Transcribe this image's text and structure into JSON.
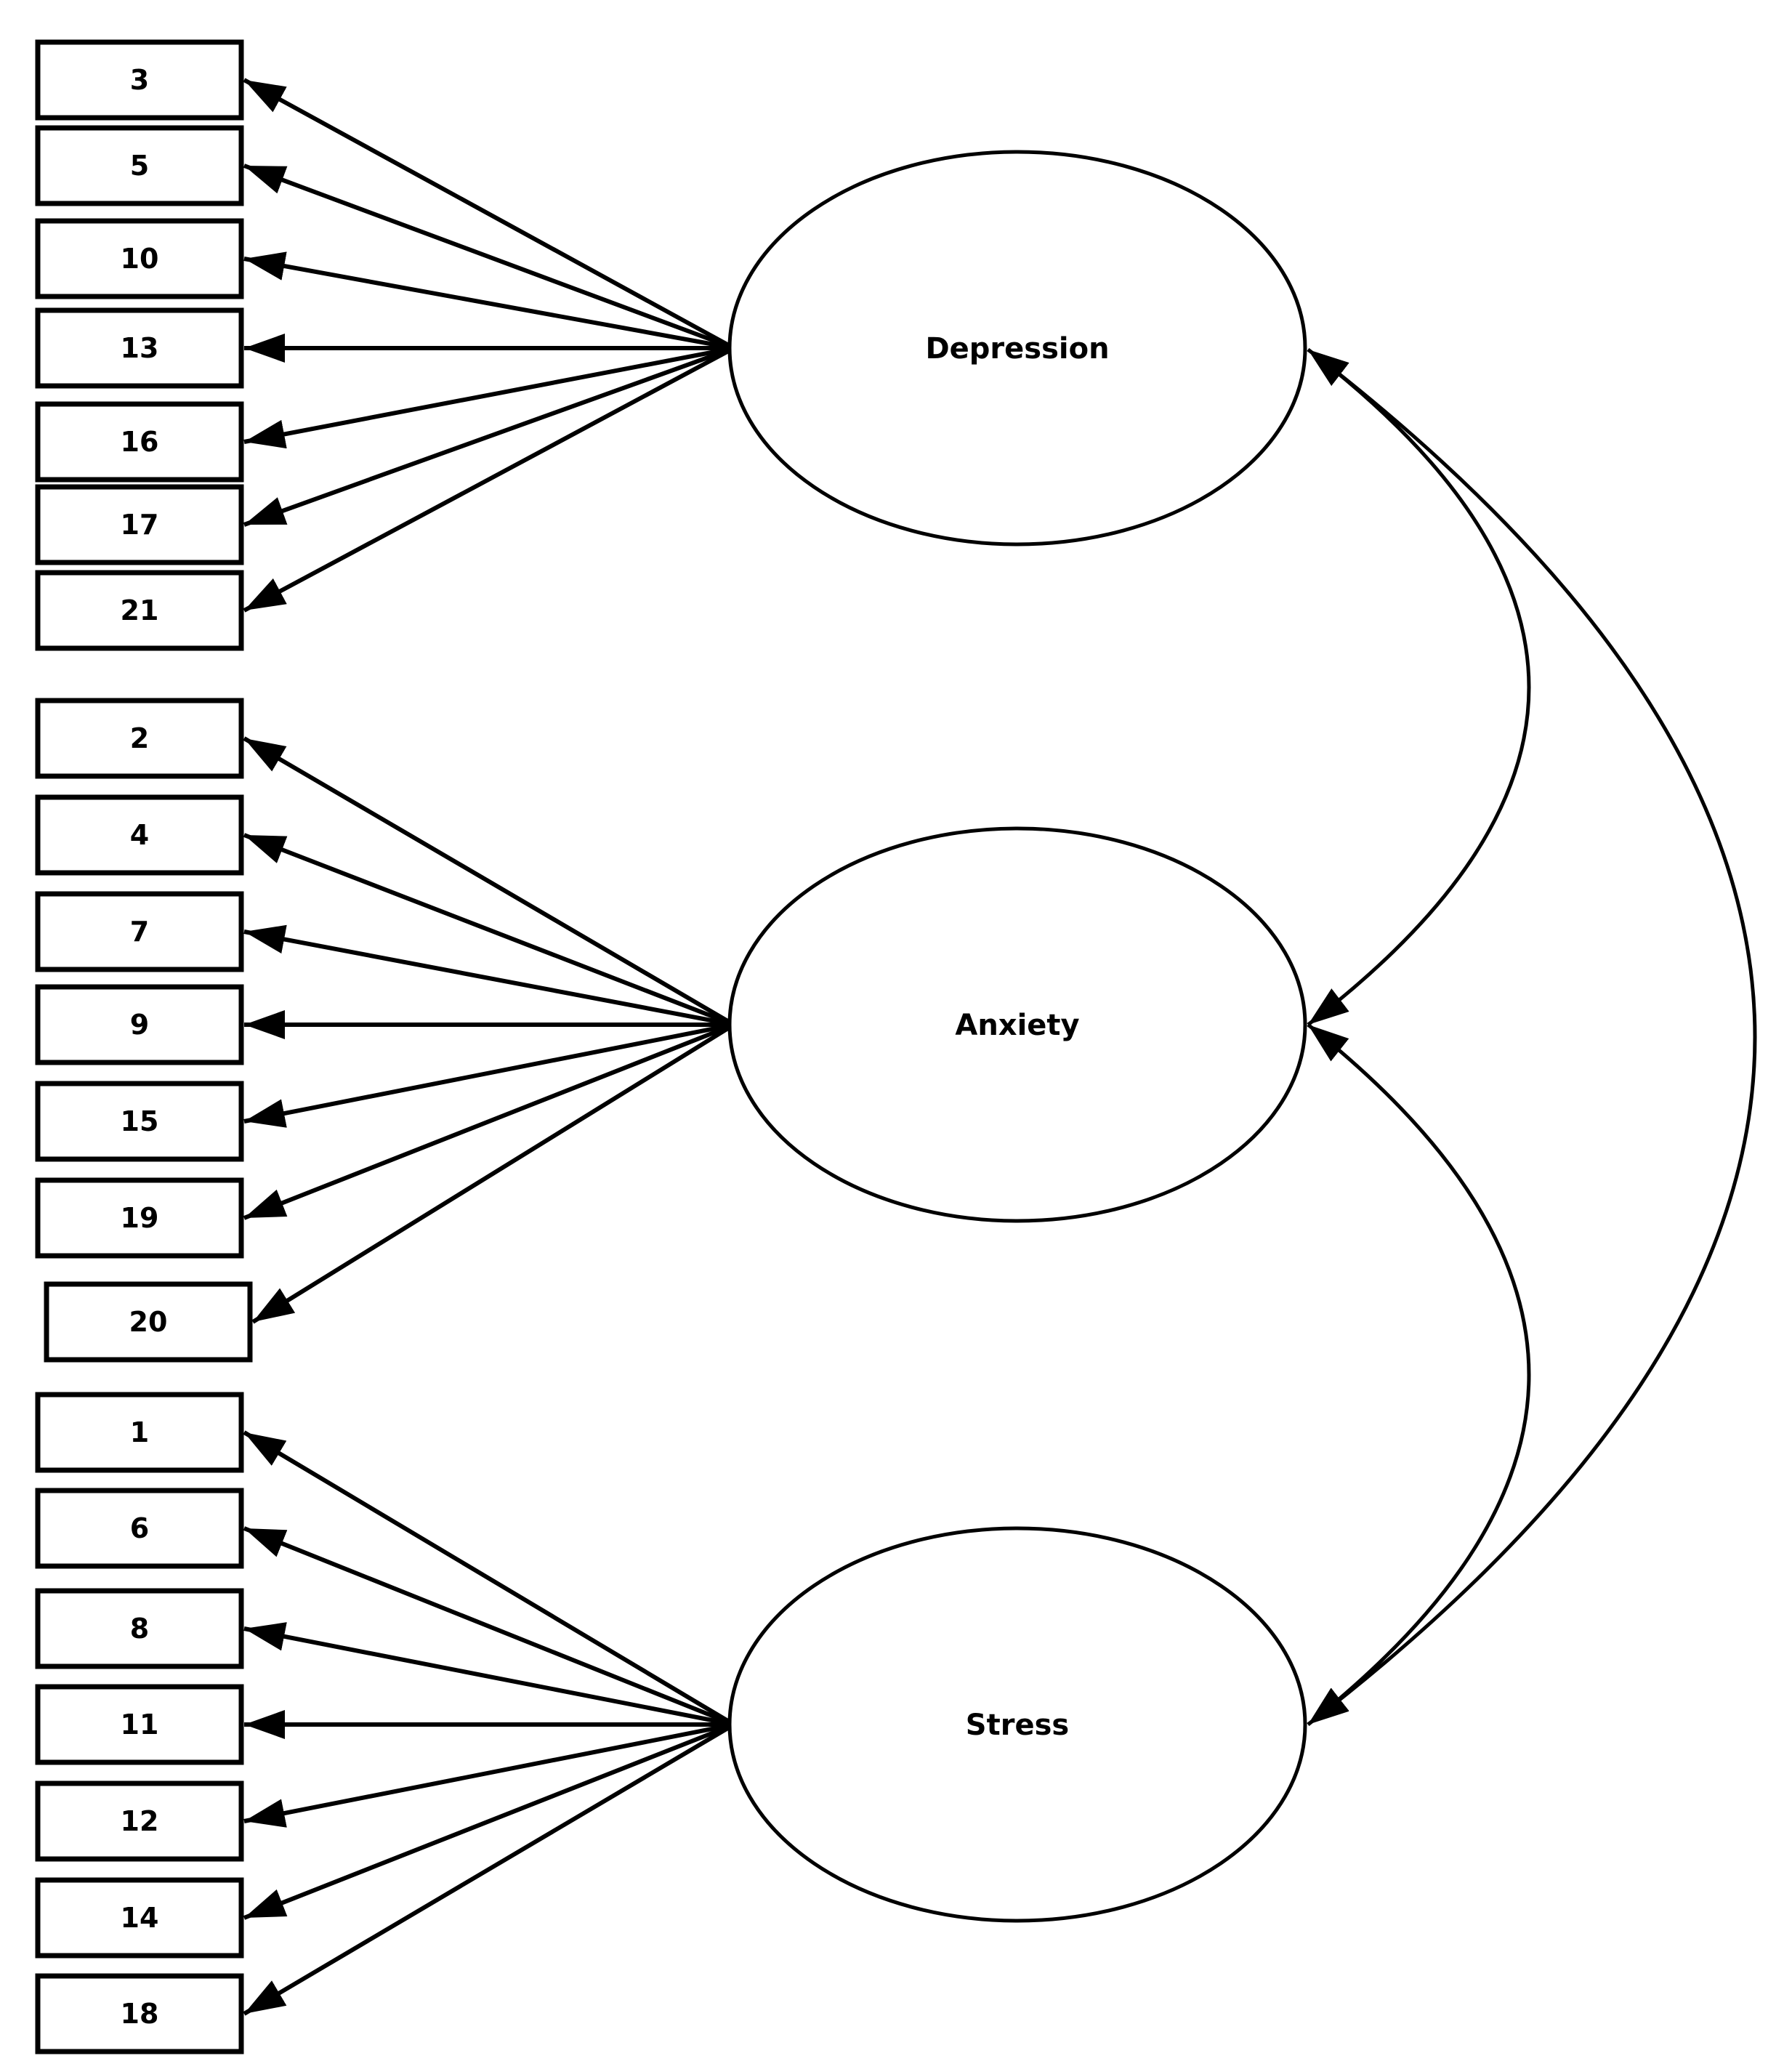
{
  "diagram": {
    "factors": [
      {
        "label": "Depression",
        "items": [
          "3",
          "5",
          "10",
          "13",
          "16",
          "17",
          "21"
        ]
      },
      {
        "label": "Anxiety",
        "items": [
          "2",
          "4",
          "7",
          "9",
          "15",
          "19",
          "20"
        ]
      },
      {
        "label": "Stress",
        "items": [
          "1",
          "6",
          "8",
          "11",
          "12",
          "14",
          "18"
        ]
      }
    ],
    "colors": {
      "stroke": "#000000",
      "text": "#000000",
      "background": "#ffffff"
    }
  }
}
